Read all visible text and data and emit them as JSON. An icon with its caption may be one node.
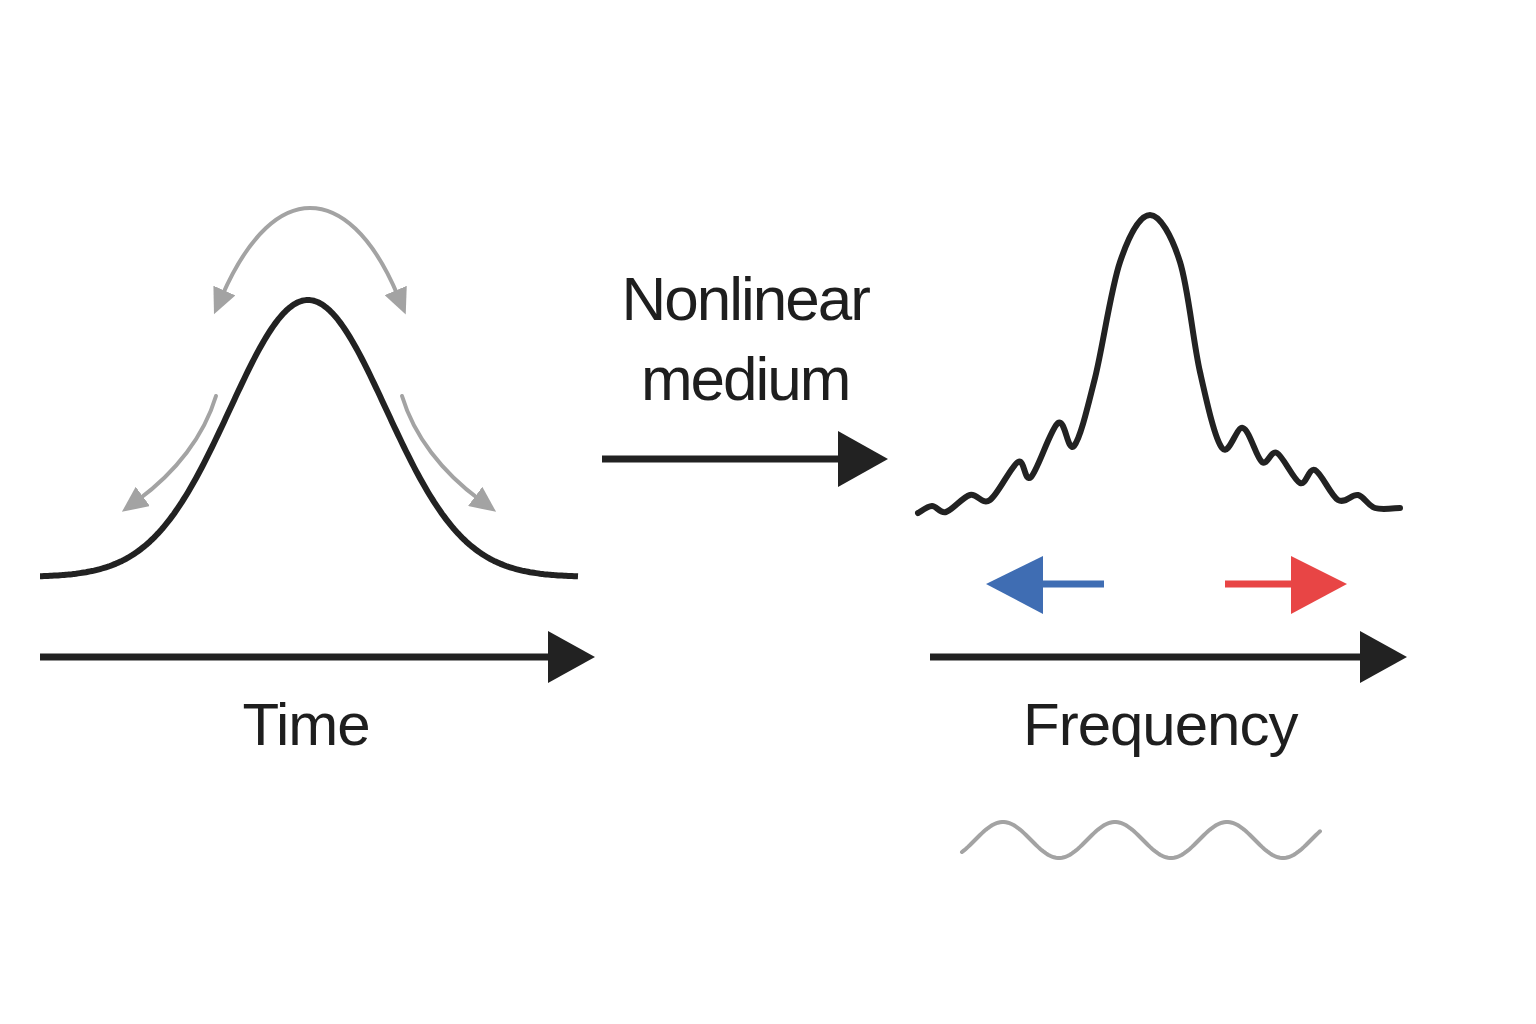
{
  "diagram": {
    "nodes": [
      {
        "text": [],
        "shape": "picture",
        "beside": [
          "Time"
        ]
      },
      {
        "text": [],
        "shape": "picture",
        "beside": [
          "Frequency"
        ]
      }
    ],
    "edges": [
      {
        "from": 0,
        "to": 1,
        "arrow": "to",
        "label": "Nonlinear medium"
      }
    ]
  }
}
